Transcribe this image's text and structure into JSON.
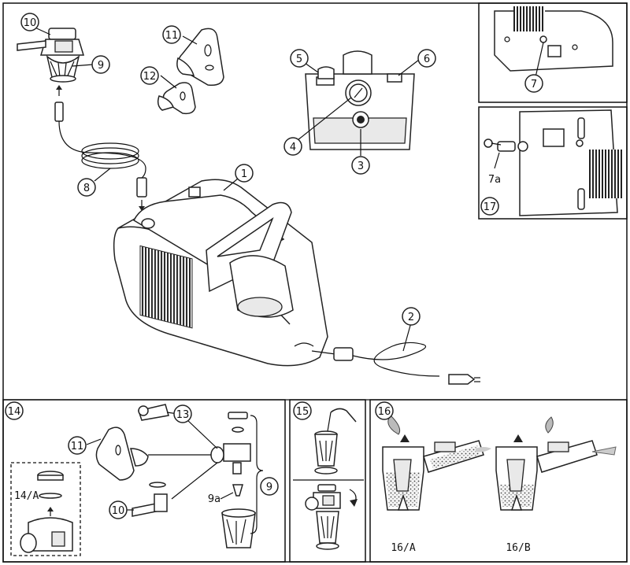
{
  "callouts": {
    "c1": "1",
    "c2": "2",
    "c3": "3",
    "c4": "4",
    "c5": "5",
    "c6": "6",
    "c7": "7",
    "c7a": "7a",
    "c8": "8",
    "c9": "9",
    "c10": "10",
    "c11": "11",
    "c12": "12",
    "c17": "17"
  },
  "panel14": {
    "number": "14",
    "c11": "11",
    "c13": "13",
    "c10": "10",
    "c9": "9",
    "c9a": "9a",
    "inset_label": "14/A"
  },
  "panel15": {
    "number": "15"
  },
  "panel16": {
    "number": "16",
    "label_a": "16/A",
    "label_b": "16/B"
  }
}
